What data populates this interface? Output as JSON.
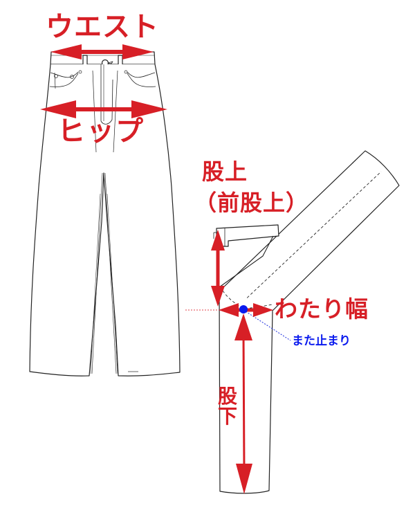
{
  "diagram": {
    "subject": "jeans measurement guide",
    "colors": {
      "arrow_red": "#d71f26",
      "label_red": "#d71f26",
      "point_blue": "#0a1aee",
      "outline": "#222222",
      "guide_dotted_red": "#e0404a",
      "guide_dotted_blue": "#1a2bdd"
    },
    "labels": {
      "waist": "ウエスト",
      "hip": "ヒップ",
      "rise": "股上",
      "front_rise": "（前股上）",
      "thigh_width": "わたり幅",
      "crotch_point": "また止まり",
      "inseam": "股下"
    },
    "measurements": [
      {
        "name": "waist",
        "label": "ウエスト",
        "arrow": "horizontal double-headed across waistband"
      },
      {
        "name": "hip",
        "label": "ヒップ",
        "arrow": "horizontal double-headed across hips"
      },
      {
        "name": "rise",
        "label": "股上（前股上）",
        "arrow": "vertical double-headed from waistband to crotch"
      },
      {
        "name": "thigh_width",
        "label": "わたり幅",
        "arrow": "horizontal double-headed at crotch level"
      },
      {
        "name": "inseam",
        "label": "股下",
        "arrow": "vertical from crotch point to hem"
      }
    ],
    "marker": {
      "name": "crotch_point",
      "label": "また止まり",
      "shape": "blue dot"
    }
  }
}
